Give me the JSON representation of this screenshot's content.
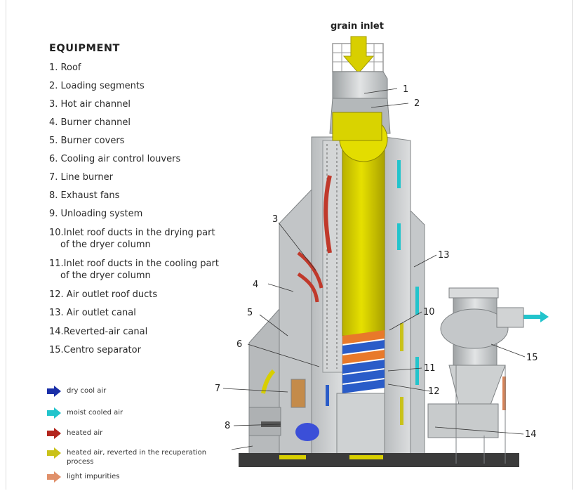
{
  "title": "EQUIPMENT",
  "inlet_label": "grain inlet",
  "equipment": [
    {
      "line1": "1. Roof"
    },
    {
      "line1": "2. Loading segments"
    },
    {
      "line1": "3. Hot air channel"
    },
    {
      "line1": "4.  Burner channel"
    },
    {
      "line1": "5.  Burner covers"
    },
    {
      "line1": "6. Cooling air control louvers"
    },
    {
      "line1": "7.  Line burner"
    },
    {
      "line1": "8. Exhaust fans"
    },
    {
      "line1": "9. Unloading system"
    },
    {
      "line1": "10.Inlet roof ducts in the drying part",
      "line2": "of the dryer column"
    },
    {
      "line1": "11.Inlet roof ducts in the cooling part",
      "line2": "of the dryer column"
    },
    {
      "line1": "12. Air outlet roof ducts"
    },
    {
      "line1": "13. Air outlet canal"
    },
    {
      "line1": "14.Reverted-air canal"
    },
    {
      "line1": "15.Centro separator"
    }
  ],
  "legend": [
    {
      "label": "dry cool air",
      "color": "#1a2fa8"
    },
    {
      "label": "moist cooled air",
      "color": "#22c4cc"
    },
    {
      "label": "heated air",
      "color": "#b3261e"
    },
    {
      "label": "heated air, reverted in the recuperation process",
      "color": "#c9c21a"
    },
    {
      "label": "light impurities",
      "color": "#e0906a"
    }
  ],
  "callouts": [
    "1",
    "2",
    "3",
    "4",
    "5",
    "6",
    "7",
    "8",
    "10",
    "11",
    "12",
    "13",
    "14",
    "15"
  ],
  "colors": {
    "steel": "#c9ccce",
    "steel_dark": "#8d9193",
    "yellow": "#d6d000",
    "orange": "#e8792a",
    "blue": "#2a5cc8",
    "cyan": "#22c4cc"
  }
}
